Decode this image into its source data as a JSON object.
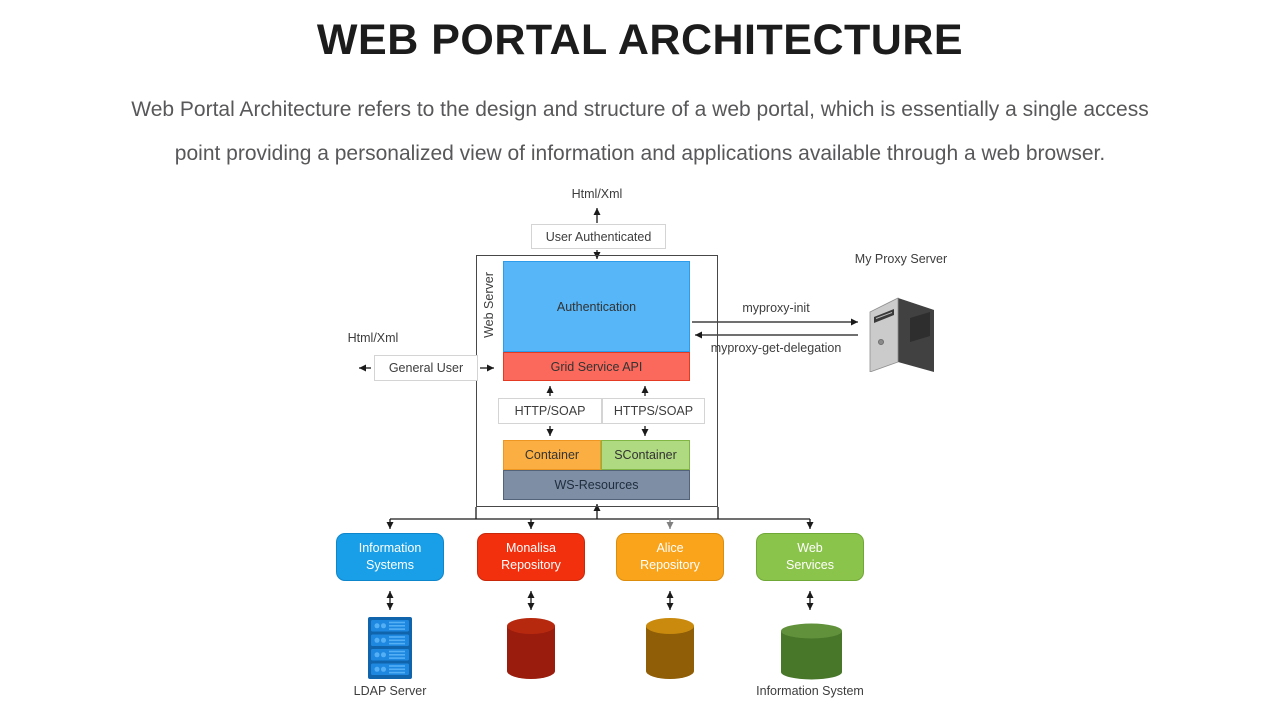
{
  "page": {
    "title": "WEB PORTAL ARCHITECTURE",
    "description_lines": [
      "Web Portal Architecture refers to the design and structure of a web portal, which is essentially a single access",
      "point providing a personalized view of information and applications available through a web browser."
    ]
  },
  "diagram": {
    "top": {
      "html_xml": "Html/Xml",
      "user_authenticated": "User Authenticated"
    },
    "web_server": {
      "title": "Web Server",
      "authentication": "Authentication",
      "grid_service_api": "Grid Service API",
      "http_soap": "HTTP/SOAP",
      "https_soap": "HTTPS/SOAP",
      "container": "Container",
      "scontainer": "SContainer",
      "ws_resources": "WS-Resources"
    },
    "left": {
      "html_xml": "Html/Xml",
      "general_user": "General User"
    },
    "right": {
      "my_proxy_server": "My Proxy Server",
      "myproxy_init": "myproxy-init",
      "myproxy_get_delegation": "myproxy-get-delegation"
    },
    "repositories": [
      {
        "label": "Information\nSystems",
        "color": "#189FE8"
      },
      {
        "label": "Monalisa\nRepository",
        "color": "#F3300E"
      },
      {
        "label": "Alice\nRepository",
        "color": "#F9A41B"
      },
      {
        "label": "Web\nServices",
        "color": "#8BC44A"
      }
    ],
    "datastores": {
      "ldap_label": "LDAP Server",
      "information_system_label": "Information System"
    },
    "icons": {
      "my_proxy_server": "server-tower-icon",
      "ldap": "ldap-server-rack-icon",
      "monalisa_db": "database-cylinder-red-icon",
      "alice_db": "database-cylinder-brown-icon",
      "web_services_db": "database-cylinder-green-icon"
    },
    "colors": {
      "arrow": "#1A1A1A",
      "arrow_muted": "#7F7F7F",
      "authentication_fill": "#56B6F7",
      "grid_api_fill": "#FA695C",
      "container_fill": "#FBAF42",
      "scontainer_fill": "#AFDA81",
      "ws_resources_fill": "#7D8EA5",
      "ldap_icon_blue": "#1E88E0",
      "red_cylinder": "#9A1C0C",
      "brown_cylinder": "#8F5E06",
      "green_cylinder": "#48772A"
    }
  }
}
